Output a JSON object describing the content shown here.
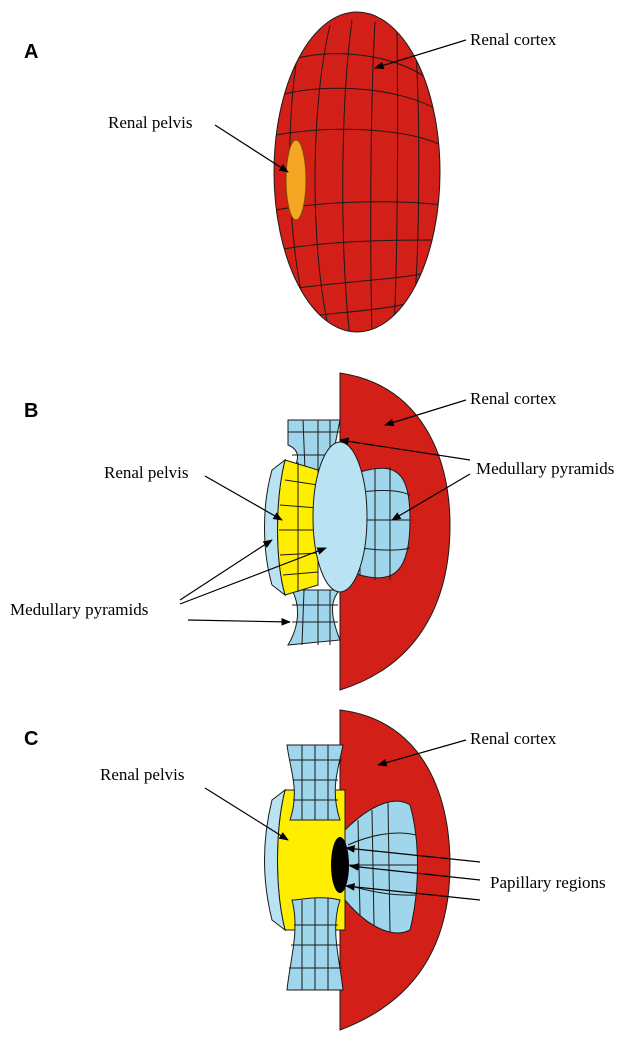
{
  "colors": {
    "cortex": "#d21f18",
    "cortex_shade": "#b0140f",
    "pelvis_orange": "#f5a623",
    "pelvis_yellow": "#ffee00",
    "medulla_blue": "#9fd6ec",
    "medulla_light": "#b9e3f3",
    "papilla_dark": "#000000",
    "grid_line": "#1a1a1a"
  },
  "panels": [
    {
      "letter": "A",
      "labels": [
        "Renal cortex",
        "Renal pelvis"
      ]
    },
    {
      "letter": "B",
      "labels": [
        "Renal cortex",
        "Renal pelvis",
        "Medullary pyramids",
        "Medullary pyramids"
      ]
    },
    {
      "letter": "C",
      "labels": [
        "Renal cortex",
        "Renal pelvis",
        "Papillary regions"
      ]
    }
  ]
}
